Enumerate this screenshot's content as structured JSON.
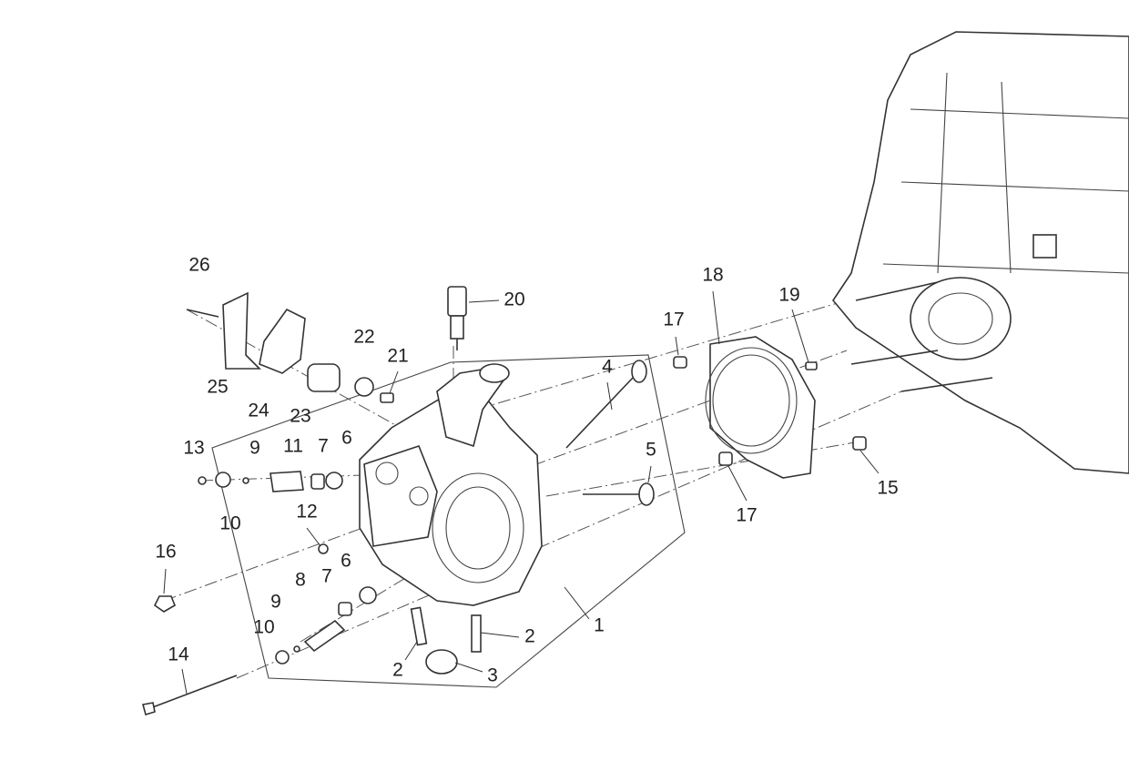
{
  "diagram": {
    "type": "exploded-parts-view",
    "callouts": [
      "26",
      "20",
      "18",
      "19",
      "17",
      "22",
      "21",
      "4",
      "5",
      "25",
      "24",
      "23",
      "13",
      "9",
      "11",
      "7",
      "6",
      "10",
      "12",
      "17",
      "15",
      "16",
      "8",
      "7",
      "6",
      "1",
      "9",
      "10",
      "2",
      "2",
      "3",
      "14"
    ]
  }
}
